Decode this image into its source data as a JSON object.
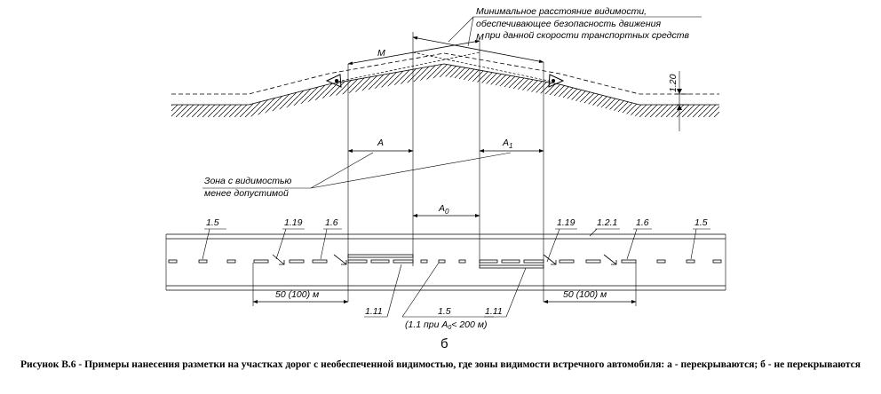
{
  "diagram": {
    "sight_note": [
      "Минимальное расстояние видимости,",
      "обеспечивающее безопасность движения",
      "при данной скорости транспортных средств"
    ],
    "m_left": "M",
    "m_right": "M",
    "eye_height": "1.20",
    "a_left": "A",
    "a_right": "A",
    "a_right_sub": "1",
    "a_zero": "A",
    "a_zero_sub": "0",
    "zone_note": [
      "Зона с видимостью",
      "менее допустимой"
    ],
    "marks": {
      "m15_left": "1.5",
      "m119_left": "1.19",
      "m16_left": "1.6",
      "m119_right": "1.19",
      "m121": "1.2.1",
      "m16_right": "1.6",
      "m15_right": "1.5",
      "m111_left": "1.11",
      "m15_mid": "1.5",
      "m111_right": "1.11"
    },
    "dist_left": "50 (100) м",
    "dist_right": "50 (100) м",
    "cond_open": "(1.1 при A",
    "cond_sub": "0",
    "cond_close": "< 200 м)",
    "panel_letter": "б"
  },
  "caption": "Рисунок В.6 - Примеры нанесения разметки на участках дорог с необеспеченной видимостью, где зоны видимости встречного автомобиля: а - перекрываются; б - не перекрываются"
}
